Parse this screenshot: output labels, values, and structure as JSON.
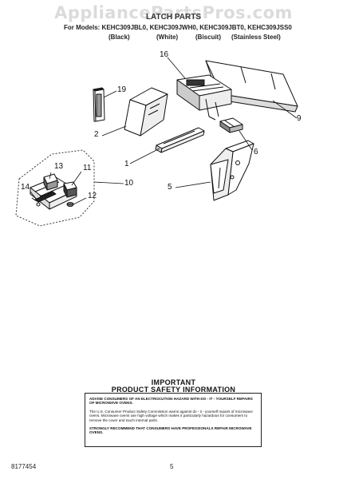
{
  "watermark": "AppliancePartsPros.com",
  "header": {
    "title": "LATCH PARTS",
    "models": "For Models: KEHC309JBL0, KEHC309JWH0, KEHC309JBT0, KEHC309JSS0",
    "colors": [
      "(Black)",
      "(White)",
      "(Biscuit)",
      "(Stainless Steel)"
    ]
  },
  "callouts": [
    "16",
    "19",
    "9",
    "2",
    "6",
    "1",
    "13",
    "11",
    "10",
    "14",
    "12",
    "5"
  ],
  "safety": {
    "heading_line1": "IMPORTANT",
    "heading_line2": "PRODUCT   SAFETY   INFORMATION",
    "para1": "ADVISE CONSUMERS OF AN ELECTROCUTION HAZARD WITH DO - IT - YOURSELF REPAIRS OF MICROWAVE OVENS.",
    "para2": "The U.S. Consumer Product Safety Commission warns against do - it - yourself repairs of microwave ovens. Microwave ovens use high voltage which makes it particularly hazardous for consumers to remove the cover and touch internal parts.",
    "para3": "STRONGLY RECOMMEND THAT CONSUMERS HAVE PROFESSIONALS REPAIR MICROWAVE OVENS."
  },
  "footer": {
    "doc_number": "8177454",
    "page_number": "5"
  }
}
